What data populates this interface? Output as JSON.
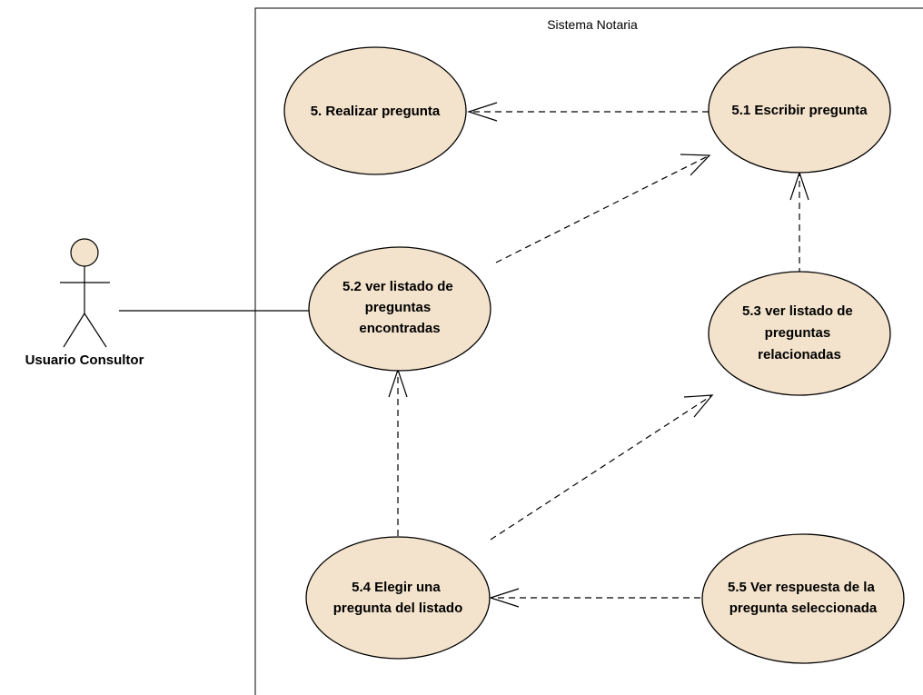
{
  "system": {
    "title": "Sistema Notaria"
  },
  "actor": {
    "name": "Usuario Consultor"
  },
  "use_cases": {
    "uc5": {
      "lines": [
        "5. Realizar pregunta"
      ]
    },
    "uc51": {
      "lines": [
        "5.1 Escribir pregunta"
      ]
    },
    "uc52": {
      "lines": [
        "5.2 ver listado de",
        "preguntas",
        "encontradas"
      ]
    },
    "uc53": {
      "lines": [
        "5.3 ver listado de",
        "preguntas",
        "relacionadas"
      ]
    },
    "uc54": {
      "lines": [
        "5.4 Elegir una",
        "pregunta del listado"
      ]
    },
    "uc55": {
      "lines": [
        "5.5 Ver respuesta de la",
        "pregunta seleccionada"
      ]
    }
  },
  "relationships": [
    {
      "type": "dependency",
      "from": "5.1 Escribir pregunta",
      "to": "5. Realizar pregunta"
    },
    {
      "type": "dependency",
      "from": "5.2 ver listado de preguntas encontradas",
      "to": "5.1 Escribir pregunta"
    },
    {
      "type": "dependency",
      "from": "5.3 ver listado de preguntas relacionadas",
      "to": "5.1 Escribir pregunta"
    },
    {
      "type": "dependency",
      "from": "5.4 Elegir una pregunta del listado",
      "to": "5.2 ver listado de preguntas encontradas"
    },
    {
      "type": "dependency",
      "from": "5.4 Elegir una pregunta del listado",
      "to": "5.3 ver listado de preguntas relacionadas"
    },
    {
      "type": "dependency",
      "from": "5.5 Ver respuesta de la pregunta seleccionada",
      "to": "5.4 Elegir una pregunta del listado"
    },
    {
      "type": "association",
      "from": "Usuario Consultor",
      "to": "5.2 ver listado de preguntas encontradas"
    }
  ],
  "colors": {
    "use_case_fill": "#f3e3cc",
    "stroke": "#000000",
    "background": "#ffffff"
  }
}
